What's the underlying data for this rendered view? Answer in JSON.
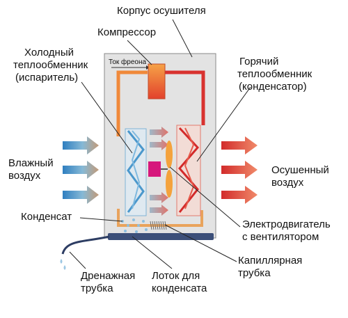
{
  "labels": {
    "housing": "Корпус осушителя",
    "compressor": "Компрессор",
    "freon_flow": "Ток фреона",
    "evaporator_1": "Холодный",
    "evaporator_2": "теплообменник",
    "evaporator_3": "(испаритель)",
    "condenser_1": "Горячий",
    "condenser_2": "теплообменник",
    "condenser_3": "(конденсатор)",
    "humid_air_1": "Влажный",
    "humid_air_2": "воздух",
    "dry_air_1": "Осушенный",
    "dry_air_2": "воздух",
    "condensate": "Конденсат",
    "motor_1": "Электродвигатель",
    "motor_2": "с вентилятором",
    "capillary_1": "Капиллярная",
    "capillary_2": "трубка",
    "drain_1": "Дренажная",
    "drain_2": "трубка",
    "tray_1": "Лоток для",
    "tray_2": "конденсата"
  },
  "colors": {
    "housing_fill": "#e3e3e3",
    "housing_stroke": "#8a8a8a",
    "cold_blue": "#5ea7d4",
    "hot_red": "#d8322f",
    "orange": "#f0893a",
    "motor": "#d6177c",
    "fan": "#f4a23c",
    "tray": "#3c4f79"
  }
}
